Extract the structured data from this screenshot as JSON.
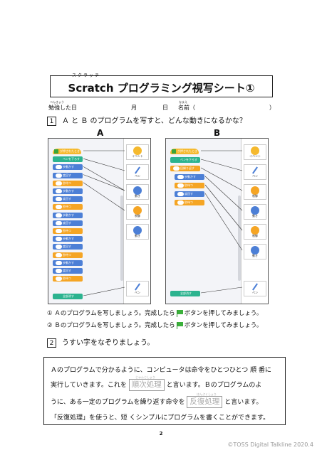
{
  "title": {
    "ruby": "スクラッチ",
    "text": "Scratch プログラミング視写シート①"
  },
  "date_line": {
    "studied_label": "勉強した日",
    "month": "月",
    "day": "日",
    "name_label": "名前（",
    "name_close": "）",
    "ruby_studied": "べんきょう",
    "ruby_name": "なまえ"
  },
  "question1": {
    "number": "1",
    "text": "Ａ と Ｂ のプログラムを写すと、どんな動きになるかな？"
  },
  "labels": {
    "a": "A",
    "b": "B"
  },
  "panel_a": {
    "blocks": [
      {
        "type": "event",
        "label": "が押されたとき"
      },
      {
        "type": "pen",
        "label": "ペンを下ろす"
      },
      {
        "type": "move",
        "label": "歩動かす"
      },
      {
        "type": "move",
        "label": "度回す"
      },
      {
        "type": "ctrl",
        "label": "秒待つ"
      },
      {
        "type": "move",
        "label": "歩動かす"
      },
      {
        "type": "move",
        "label": "度回す"
      },
      {
        "type": "ctrl",
        "label": "秒待つ"
      },
      {
        "type": "move",
        "label": "歩動かす"
      },
      {
        "type": "move",
        "label": "度回す"
      },
      {
        "type": "ctrl",
        "label": "秒待つ"
      },
      {
        "type": "move",
        "label": "歩動かす"
      },
      {
        "type": "move",
        "label": "度回す"
      },
      {
        "type": "ctrl",
        "label": "秒待つ"
      },
      {
        "type": "move",
        "label": "歩動かす"
      },
      {
        "type": "move",
        "label": "度回す"
      },
      {
        "type": "ctrl",
        "label": "秒待つ"
      },
      {
        "type": "pen",
        "label": "全部消す"
      }
    ],
    "palette": [
      "イベント",
      "ペン",
      "動き",
      "制御",
      "動き",
      "ペン"
    ]
  },
  "panel_b": {
    "blocks": [
      {
        "type": "event",
        "label": "が押されたとき"
      },
      {
        "type": "pen",
        "label": "ペンを下ろす"
      },
      {
        "type": "ctrl",
        "label": "回繰り返す"
      },
      {
        "type": "move",
        "label": "歩動かす"
      },
      {
        "type": "ctrl",
        "label": "秒待つ"
      },
      {
        "type": "move",
        "label": "度回す"
      },
      {
        "type": "ctrl",
        "label": "秒待つ"
      },
      {
        "type": "pen",
        "label": "全部消す"
      }
    ],
    "palette": [
      "イベント",
      "ペン",
      "制御",
      "動き",
      "制御",
      "動き",
      "ペン"
    ]
  },
  "instructions": [
    {
      "num": "①",
      "before": "Ａのプログラムを写しましょう。完成したら",
      "after": "ボタンを押してみましょう。"
    },
    {
      "num": "②",
      "before": "Ｂのプログラムを写しましょう。完成したら",
      "after": "ボタンを押してみましょう。"
    }
  ],
  "question2": {
    "number": "2",
    "text": "うすい字をなぞりましょう。"
  },
  "summary": {
    "line1": "Ａのプログラムで分かるように、コンピュータは命令をひとつひとつ 順 番に",
    "line2_a": "実行していきます。これを",
    "trace1": "順次処理",
    "trace1_ruby": "じゅんじしょり",
    "line2_b": "と言います。Ｂのプログラムのよ",
    "line3_a": "うに、ある一定のプログラムを繰り返す命令を",
    "trace2": "反復処理",
    "trace2_ruby": "はんぷくしょり",
    "line3_b": "と言います。",
    "line4": "「反復処理」を使うと、短 くシンプルにプログラムを書くことができます。"
  },
  "page_number": "2",
  "copyright": "©TOSS Digital Talkline 2020.4",
  "colors": {
    "event": "#f5b92e",
    "pen": "#2cb38f",
    "move": "#4c7fd6",
    "control": "#f5a524",
    "flag": "#3bb03b"
  }
}
